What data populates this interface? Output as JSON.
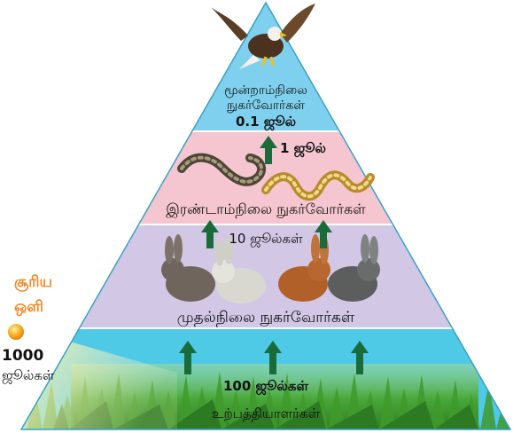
{
  "levels": {
    "producers": {
      "name": "உற்பத்தியாளர்கள்",
      "energy": "100 ஜூல்கள்",
      "color": "#4ec9e6"
    },
    "primary": {
      "name": "முதல்நிலை  நுகர்வோர்கள்",
      "energy": "10 ஜூல்கள்",
      "color": "#d2c8e6"
    },
    "secondary": {
      "name": "இரண்டாம்நிலை  நுகர்வோர்கள்",
      "energy": "1 ஜூல்",
      "color": "#f5c6cf"
    },
    "tertiary": {
      "name_line1": "மூன்றாம்நிலை",
      "name_line2": "நுகர்வோர்கள்",
      "energy": "0.1 ஜூல்",
      "color": "#7fd0ee"
    }
  },
  "sun": {
    "label_line1": "சூரிய",
    "label_line2": "ஒளி",
    "energy_value": "1000",
    "energy_unit": "ஜூல்கள்",
    "color": "#f7a81b"
  },
  "icons": [
    "eagle-icon",
    "snake-icon",
    "rabbit-icon",
    "grass-icon",
    "sun-icon",
    "up-arrow-icon"
  ],
  "colors": {
    "arrow": "#1a6b3a",
    "grass": "#3f9a2a"
  }
}
